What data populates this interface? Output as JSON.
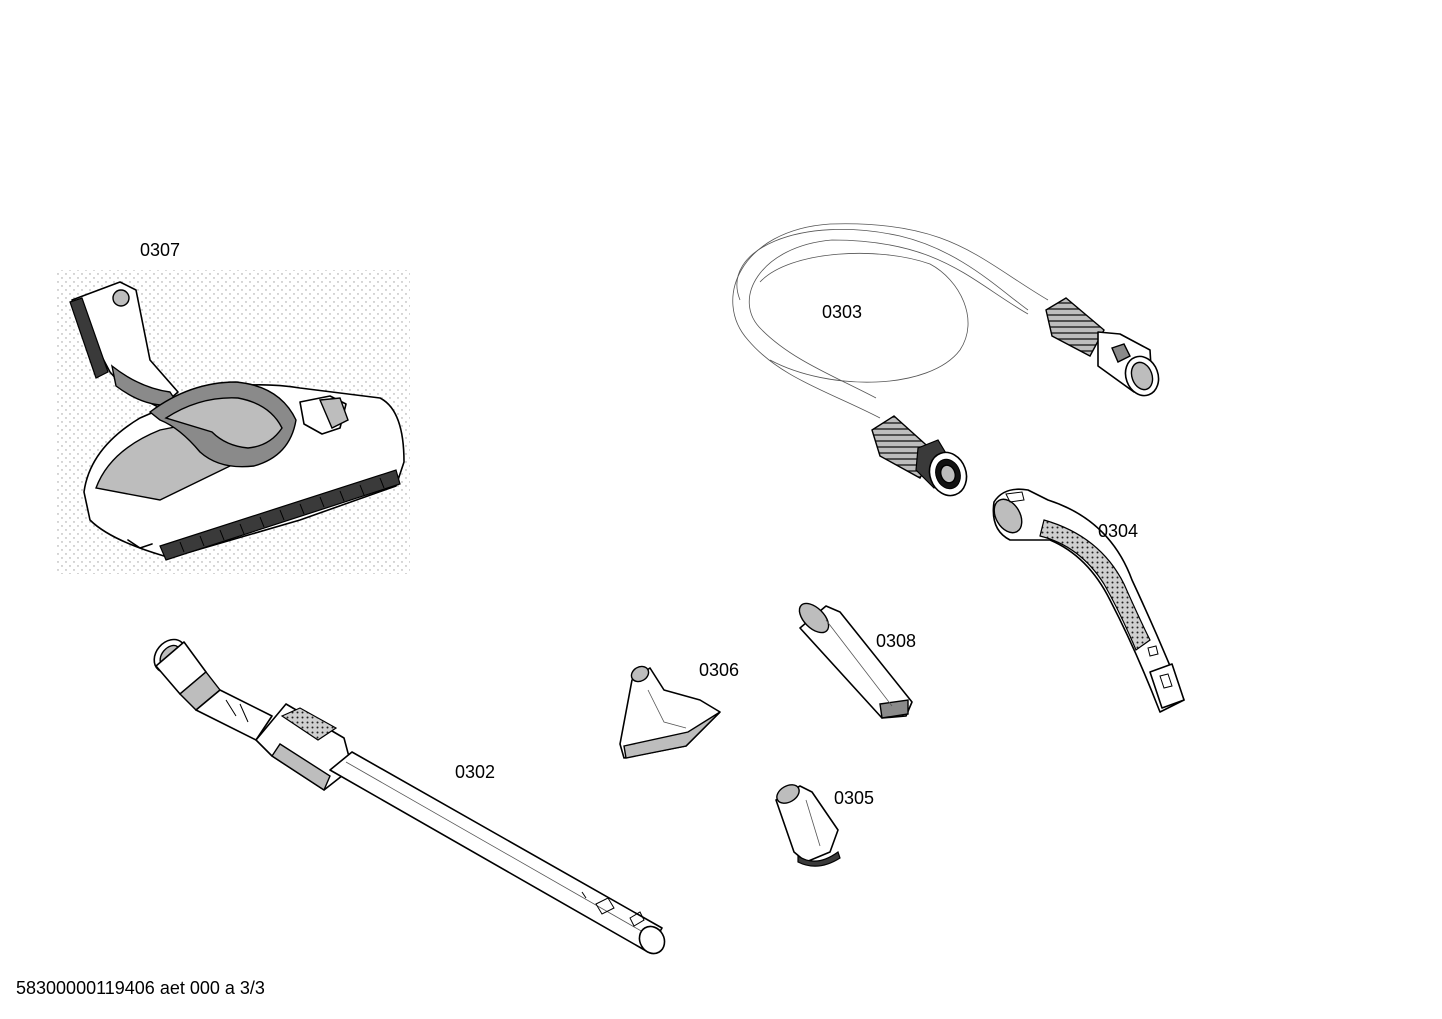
{
  "parts": [
    {
      "id": "0307",
      "label": "0307",
      "icon": "floor-nozzle-icon"
    },
    {
      "id": "0303",
      "label": "0303",
      "icon": "hose-icon"
    },
    {
      "id": "0304",
      "label": "0304",
      "icon": "hose-handle-icon"
    },
    {
      "id": "0308",
      "label": "0308",
      "icon": "crevice-nozzle-icon"
    },
    {
      "id": "0306",
      "label": "0306",
      "icon": "upholstery-nozzle-icon"
    },
    {
      "id": "0305",
      "label": "0305",
      "icon": "small-crevice-nozzle-icon"
    },
    {
      "id": "0302",
      "label": "0302",
      "icon": "telescopic-tube-icon"
    }
  ],
  "footer": {
    "document_code": "58300000119406 aet 000 a 3/3"
  }
}
